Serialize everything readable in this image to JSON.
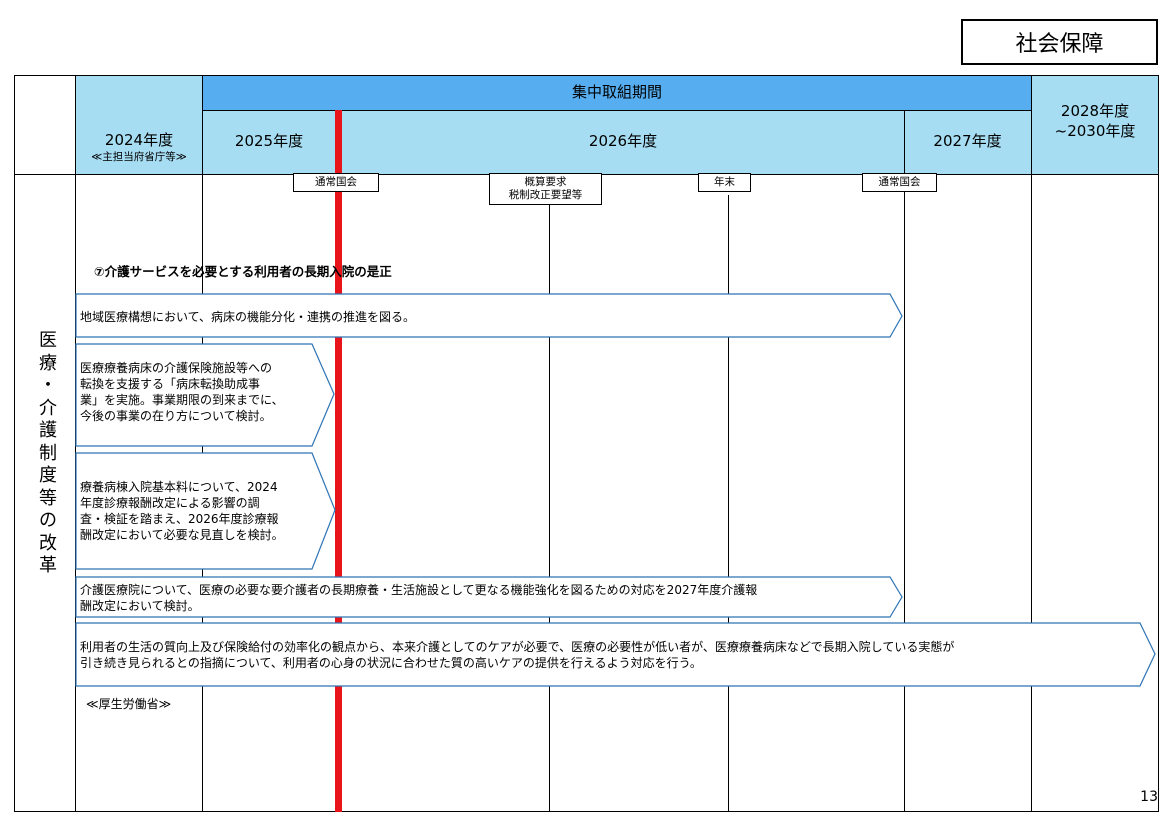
{
  "tag": "社会保障",
  "header": {
    "span_label": "集中取組期間",
    "year_2024": "2024年度",
    "year_2024_sub": "≪主担当府省庁等≫",
    "year_2025": "2025年度",
    "year_2026": "2026年度",
    "year_2027": "2027年度",
    "year_2028_line1": "2028年度",
    "year_2028_line2": "~2030年度"
  },
  "milestones": [
    {
      "label": "通常国会"
    },
    {
      "label_line1": "概算要求",
      "label_line2": "税制改正要望等"
    },
    {
      "label": "年末"
    },
    {
      "label": "通常国会"
    }
  ],
  "row_label": [
    "医",
    "療",
    "・",
    "介",
    "護",
    "制",
    "度",
    "等",
    "の",
    "改",
    "革"
  ],
  "section_title": "⑦介護サービスを必要とする利用者の長期入院の是正",
  "arrows": [
    {
      "text": "地域医療構想において、病床の機能分化・連携の推進を図る。"
    },
    {
      "lines": [
        "医療療養病床の介護保険施設等への",
        "転換を支援する「病床転換助成事",
        "業」を実施。事業期限の到来までに、",
        "今後の事業の在り方について検討。"
      ]
    },
    {
      "lines": [
        "療養病棟入院基本料について、2024",
        "年度診療報酬改定による影響の調",
        "査・検証を踏まえ、2026年度診療報",
        "酬改定において必要な見直しを検討。"
      ]
    },
    {
      "lines": [
        "介護医療院について、医療の必要な要介護者の長期療養・生活施設として更なる機能強化を図るための対応を2027年度介護報",
        "酬改定において検討。"
      ]
    },
    {
      "lines": [
        "利用者の生活の質向上及び保険給付の効率化の観点から、本来介護としてのケアが必要で、医療の必要性が低い者が、医療療養病床などで長期入院している実態が",
        "引き続き見られるとの指摘について、利用者の心身の状況に合わせた質の高いケアの提供を行えるよう対応を行う。"
      ]
    }
  ],
  "ministry": "≪厚生労働省≫",
  "page_number": "13",
  "colors": {
    "header_light": "#a6ddf2",
    "header_dark": "#56aef0",
    "red_line": "#e8141a",
    "arrow_border": "#2e74b5"
  }
}
